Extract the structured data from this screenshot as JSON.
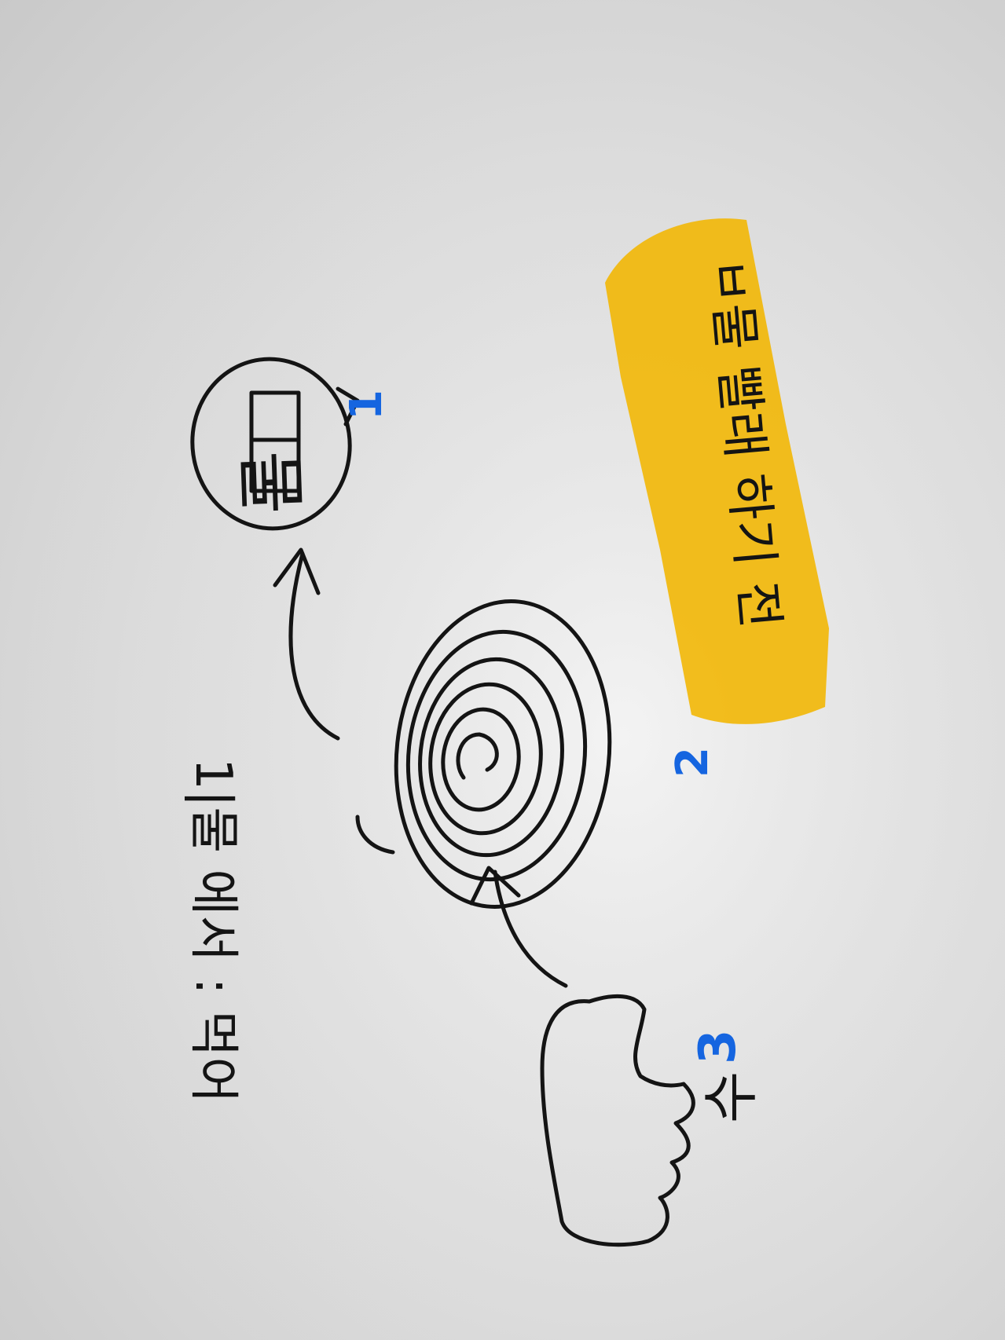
{
  "photo": {
    "highlight_color": "#f2b705",
    "ink_color": "#141414",
    "number_color": "#1565e0",
    "paper_color": "#e4e4e4"
  },
  "sketch": {
    "highlighted_title": "ㅂ물 빨래 하기 전",
    "steps": [
      {
        "number": "1",
        "text": "물"
      },
      {
        "number": "2",
        "text": ""
      },
      {
        "number": "3",
        "text": "수"
      }
    ],
    "side_note": "1|물 에서 : 먹어"
  }
}
